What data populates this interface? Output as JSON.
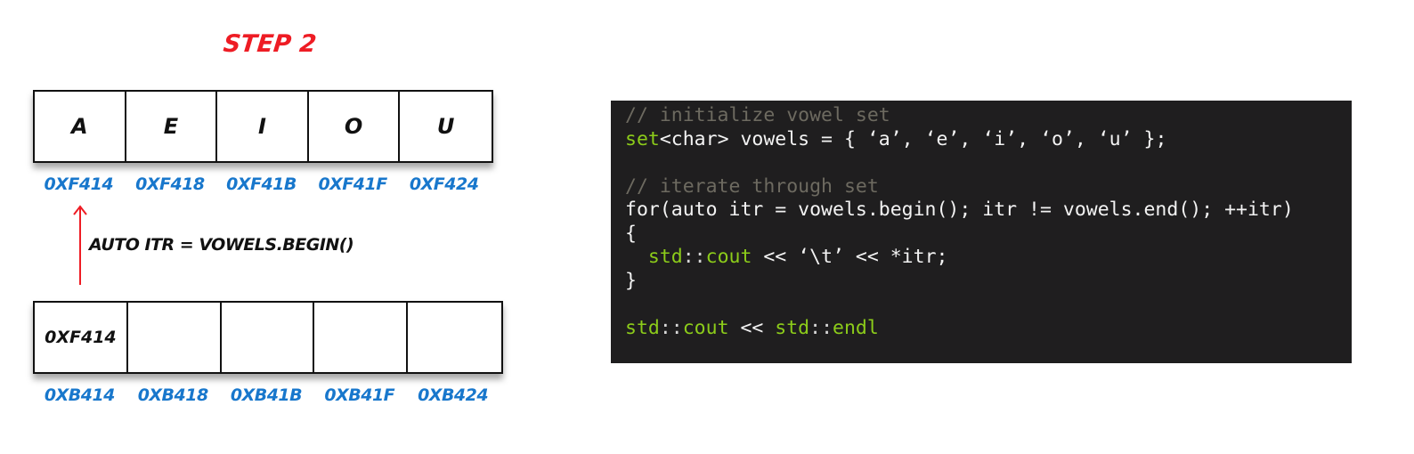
{
  "diagram": {
    "title": "STEP 2",
    "colors": {
      "title": "#ee1c24",
      "address": "#1877cc",
      "arrow": "#ee1c24",
      "code_bg": "#1f1e1f",
      "code_comment": "#6d6a60",
      "code_keyword": "#8ccc1a",
      "code_text": "#f3f3f3"
    },
    "set_cells": [
      "A",
      "E",
      "I",
      "O",
      "U"
    ],
    "set_addresses": [
      "0XF414",
      "0XF418",
      "0XF41B",
      "0XF41F",
      "0XF424"
    ],
    "arrow_label": "AUTO ITR = VOWELS.BEGIN()",
    "iterator_cells": [
      "0XF414",
      "",
      "",
      "",
      ""
    ],
    "iterator_addresses": [
      "0XB414",
      "0XB418",
      "0XB41B",
      "0XB41F",
      "0XB424"
    ]
  },
  "code": {
    "lines": [
      [
        {
          "t": "// initialize vowel set",
          "c": "comment"
        }
      ],
      [
        {
          "t": "set",
          "c": "kw"
        },
        {
          "t": "<char> vowels = { ‘a’, ‘e’, ‘i’, ‘o’, ‘u’ };",
          "c": "plain"
        }
      ],
      [
        {
          "t": "",
          "c": "plain"
        }
      ],
      [
        {
          "t": "// iterate through set",
          "c": "comment"
        }
      ],
      [
        {
          "t": "for(auto itr = vowels.begin(); itr != vowels.end(); ++itr)",
          "c": "plain"
        }
      ],
      [
        {
          "t": "{",
          "c": "plain"
        }
      ],
      [
        {
          "t": "  ",
          "c": "plain"
        },
        {
          "t": "std",
          "c": "kw"
        },
        {
          "t": "::",
          "c": "punct"
        },
        {
          "t": "cout",
          "c": "kw"
        },
        {
          "t": " << ‘\\t’ << *itr;",
          "c": "plain"
        }
      ],
      [
        {
          "t": "}",
          "c": "plain"
        }
      ],
      [
        {
          "t": "",
          "c": "plain"
        }
      ],
      [
        {
          "t": "std",
          "c": "kw"
        },
        {
          "t": "::",
          "c": "punct"
        },
        {
          "t": "cout",
          "c": "kw"
        },
        {
          "t": " << ",
          "c": "plain"
        },
        {
          "t": "std",
          "c": "kw"
        },
        {
          "t": "::",
          "c": "punct"
        },
        {
          "t": "endl",
          "c": "kw"
        }
      ]
    ]
  }
}
